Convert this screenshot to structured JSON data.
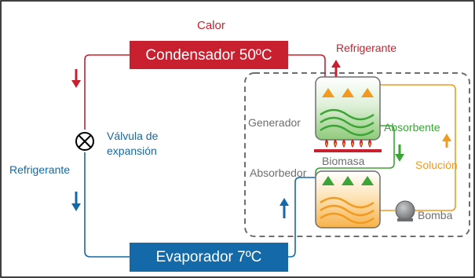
{
  "diagram": {
    "heat_label": "Calor",
    "condenser": {
      "label": "Condensador 50ºC",
      "color": "#c8202f"
    },
    "evaporator": {
      "label": "Evaporador 7ºC",
      "color": "#1469a8"
    },
    "valve_label_line1": "Válvula de",
    "valve_label_line2": "expansión",
    "refrigerant_top": "Refrigerante",
    "refrigerant_left": "Refrigerante",
    "generator": "Generador",
    "absorber": "Absorbedor",
    "biomass": "Biomasa",
    "absorbent": "Absorbente",
    "solution": "Solución",
    "pump": "Bomba",
    "colors": {
      "red": "#c8202f",
      "blue": "#1469a8",
      "green": "#3aa535",
      "orange": "#f29a1f",
      "gray": "#6d6e71"
    }
  }
}
